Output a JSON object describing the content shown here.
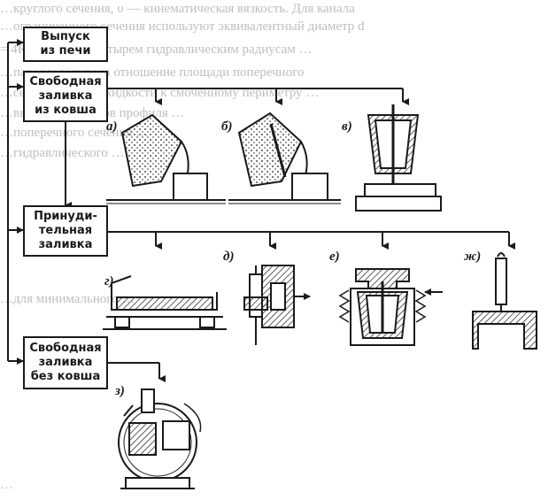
{
  "background_text": [
    "…круглого сечения, υ — кинематическая вязкость. Для канала",
    "…ограниченного сечения используют эквивалентный диаметр d",
    "= 4R,  … равный четырем гидравлическим радиусам …",
    "…параллелепипеда отношение площади поперечного",
    "…сечения потока жидкости к смоченному периметру …",
    "…вырезом размеров профиля …",
    "…поперечного сечения …",
    "…гидравлического …",
    "…для минимального …",
    "…"
  ],
  "flow": {
    "box1": "Выпуск\nиз печи",
    "box2": "Свободная\nзаливка\nиз ковша",
    "box3": "Принуди-\nтельная\nзаливка",
    "box4": "Свободная\nзаливка\nбез ковша"
  },
  "labels": {
    "a": "а)",
    "b": "б)",
    "v": "в)",
    "g": "г)",
    "d": "д)",
    "e": "е)",
    "zh": "ж)",
    "z": "з)"
  }
}
